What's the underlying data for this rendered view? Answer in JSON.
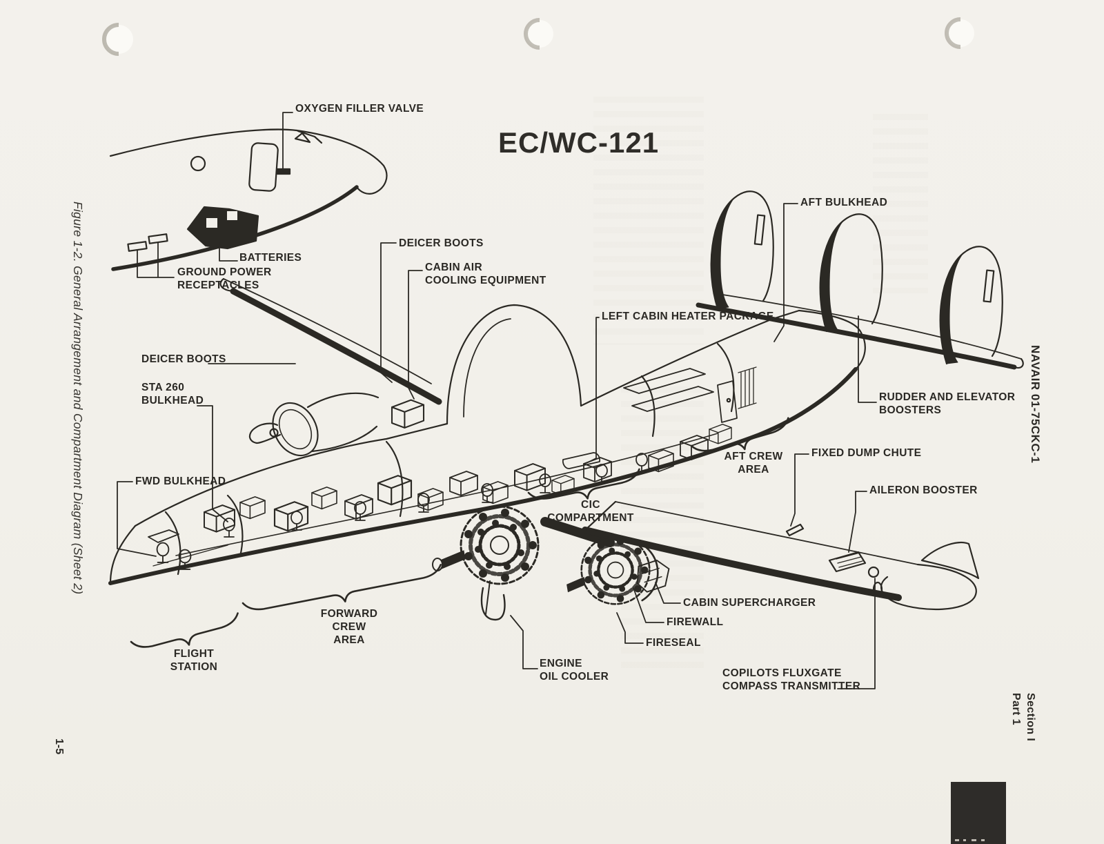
{
  "page": {
    "title": "EC/WC-121",
    "figure_caption": "Figure 1-2.  General Arrangement and Compartment Diagram (Sheet 2)",
    "doc_ref": "NAVAIR 01-75CKC-1",
    "page_number": "1-5",
    "section_part": "Section I\nPart 1"
  },
  "callouts": {
    "oxygen_filler_valve": "OXYGEN FILLER VALVE",
    "batteries": "BATTERIES",
    "ground_power_receptacles": "GROUND POWER\nRECEPTACLES",
    "deicer_boots_top": "DEICER BOOTS",
    "cabin_air_cooling_equipment": "CABIN AIR\nCOOLING EQUIPMENT",
    "left_cabin_heater_package": "LEFT CABIN HEATER PACKAGE",
    "aft_bulkhead": "AFT BULKHEAD",
    "rudder_and_elevator_boosters": "RUDDER AND ELEVATOR\nBOOSTERS",
    "aft_crew_area": "AFT CREW\nAREA",
    "fixed_dump_chute": "FIXED DUMP CHUTE",
    "aileron_booster": "AILERON BOOSTER",
    "deicer_boots_left": "DEICER BOOTS",
    "sta_260_bulkhead": "STA 260\nBULKHEAD",
    "fwd_bulkhead": "FWD BULKHEAD",
    "cic_compartment": "CIC\nCOMPARTMENT",
    "forward_crew_area": "FORWARD\nCREW\nAREA",
    "flight_station": "FLIGHT\nSTATION",
    "cabin_supercharger": "CABIN SUPERCHARGER",
    "firewall": "FIREWALL",
    "fireseal": "FIRESEAL",
    "engine_oil_cooler": "ENGINE\nOIL COOLER",
    "copilots_fluxgate": "COPILOTS FLUXGATE\nCOMPASS TRANSMITTER"
  },
  "colors": {
    "paper": "#f2f0ea",
    "ink": "#2b2924",
    "hole_shadow": "#a9a59b",
    "corner_block": "#2e2c29"
  }
}
